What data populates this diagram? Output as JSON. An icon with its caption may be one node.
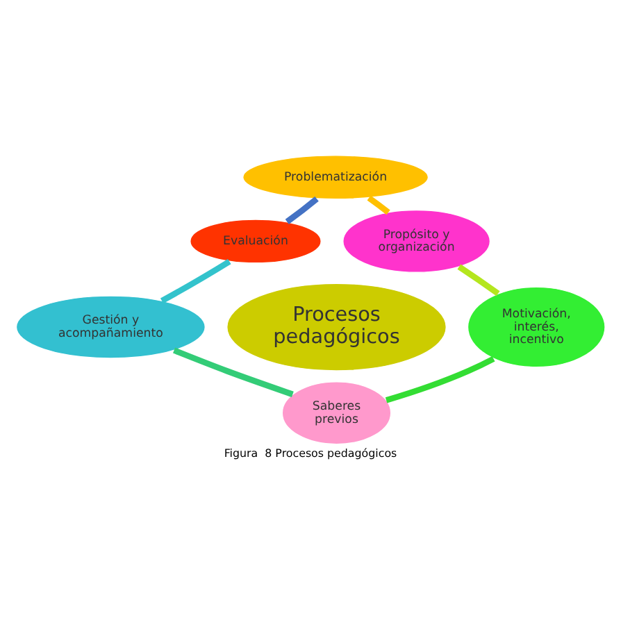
{
  "diagram": {
    "caption": "Figura  8 Procesos pedagógicos",
    "nodes": [
      {
        "text": [
          "Procesos pedagógicos"
        ]
      },
      {
        "text": [
          "Problematización"
        ]
      },
      {
        "text": [
          "Propósito y organización"
        ]
      },
      {
        "text": [
          "Motivación, interés, incentivo"
        ]
      },
      {
        "text": [
          "Saberes previos"
        ]
      },
      {
        "text": [
          "Gestión y acompañamiento"
        ]
      },
      {
        "text": [
          "Evaluación"
        ]
      }
    ],
    "edges": [
      {
        "from": 6,
        "to": 1,
        "arrow": "none",
        "color": "#4472c4"
      },
      {
        "from": 1,
        "to": 2,
        "arrow": "none",
        "color": "#ffc000"
      },
      {
        "from": 2,
        "to": 3,
        "arrow": "none",
        "color": "#b4e61e"
      },
      {
        "from": 3,
        "to": 4,
        "arrow": "none",
        "color": "#33dd33"
      },
      {
        "from": 4,
        "to": 5,
        "arrow": "none",
        "color": "#33cc77"
      },
      {
        "from": 5,
        "to": 6,
        "arrow": "none",
        "color": "#33c3cc"
      }
    ]
  }
}
